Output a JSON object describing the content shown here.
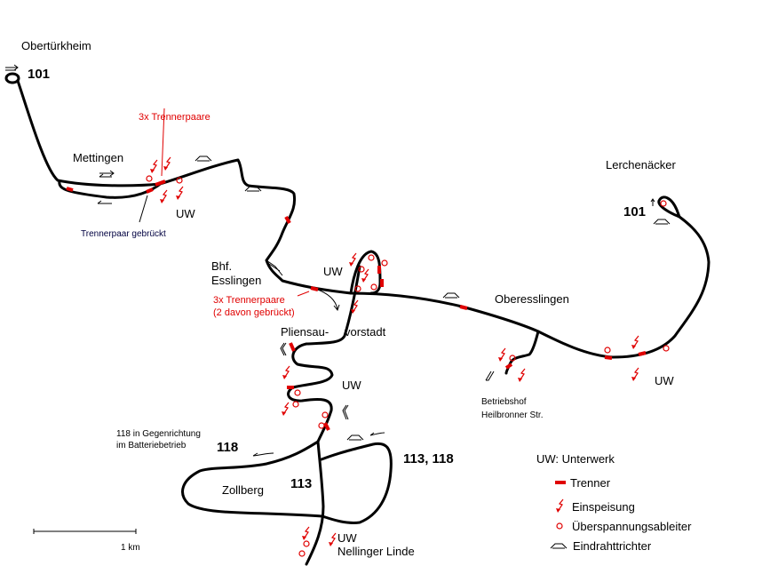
{
  "title": "Oberleitungsnetz Esslingen",
  "places": {
    "obertuerkheim": "Obertürkheim",
    "mettingen": "Mettingen",
    "bhf_esslingen_1": "Bhf.",
    "bhf_esslingen_2": "Esslingen",
    "pliensau": "Pliensau-",
    "vorstadt": "vorstadt",
    "oberesslingen": "Oberesslingen",
    "lerchenaecker": "Lerchenäcker",
    "betriebshof_1": "Betriebshof",
    "betriebshof_2": "Heilbronner Str.",
    "zollberg": "Zollberg",
    "nellinger_linde": "Nellinger Linde"
  },
  "routes": {
    "r101_west": "101",
    "r101_east": "101",
    "r118": "118",
    "r113": "113",
    "r113_118": "113, 118"
  },
  "annotations": {
    "trenner_3x_mettingen": "3x Trennerpaare",
    "trennerpaar_gebrueckt": "Trennerpaar gebrückt",
    "trenner_3x_bhf": "3x Trennerpaare",
    "davon_gebrueckt": "(2 davon gebrückt)",
    "battery_1": "118 in Gegenrichtung",
    "battery_2": "im Batteriebetrieb",
    "uw": "UW"
  },
  "scale": {
    "label": "1 km"
  },
  "legend": {
    "uw": "UW:  Unterwerk",
    "trenner": "Trenner",
    "einspeisung": "Einspeisung",
    "ueberspannungsableiter": "Überspannungsableiter",
    "eindrahttrichter": "Eindrahttrichter"
  },
  "colors": {
    "line": "#000000",
    "symbol": "#e00000"
  }
}
